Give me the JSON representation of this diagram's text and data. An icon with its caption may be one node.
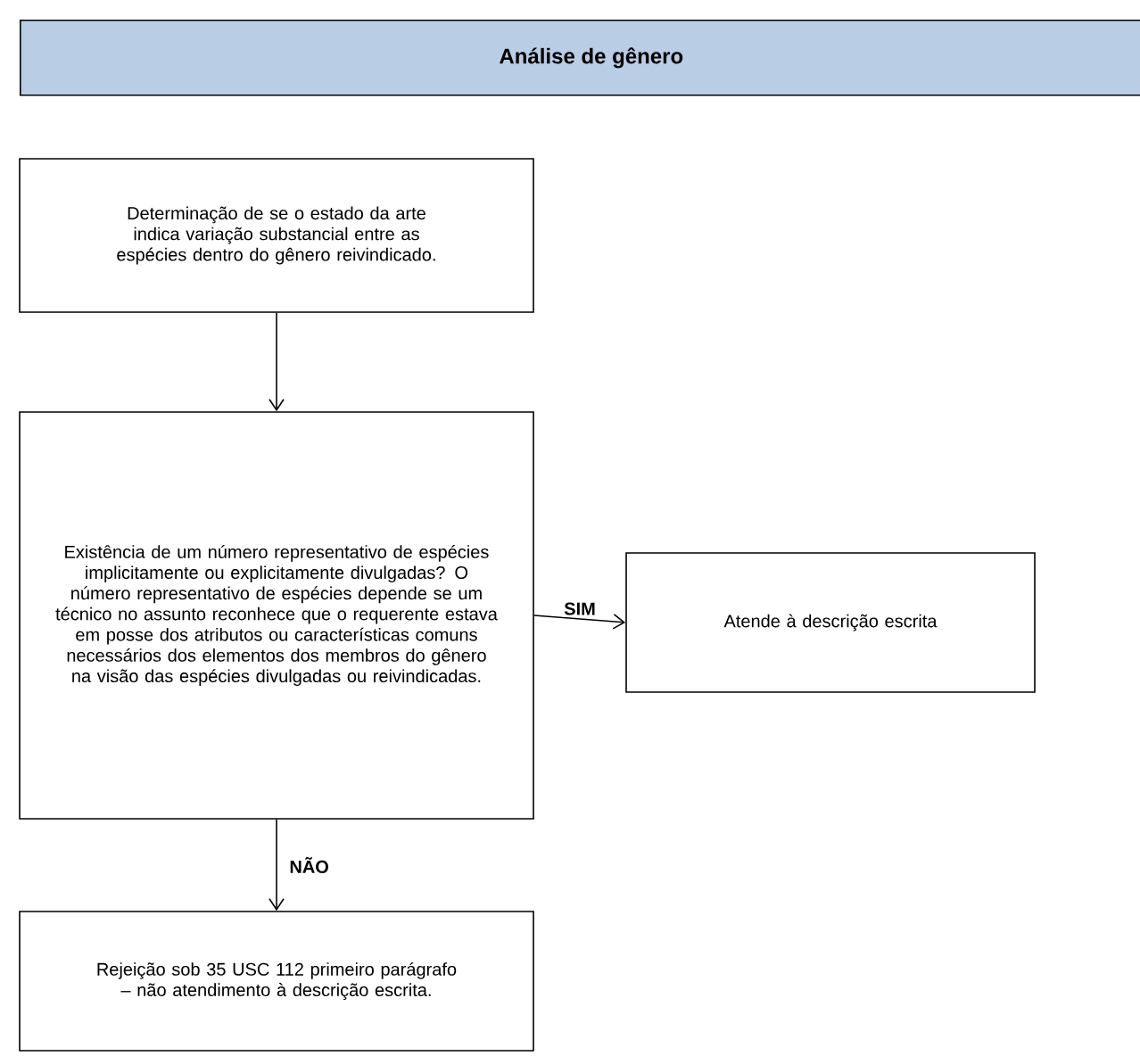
{
  "diagram": {
    "title": "Análise de gênero",
    "nodes": [
      {
        "text": [
          "Determinação de se o estado da arte indica variação substancial entre as espécies dentro do gênero reivindicado."
        ]
      },
      {
        "text": [
          "Existência de um número representativo de espécies implicitamente ou explicitamente divulgadas? O número representativo de espécies depende se um técnico no assunto reconhece que o requerente estava em posse dos atributos ou características comuns necessários dos elementos dos membros do gênero na visão das espécies divulgadas ou reivindicadas."
        ]
      },
      {
        "text": [
          "Atende à descrição escrita"
        ]
      },
      {
        "text": [
          "Rejeição sob 35 USC 112 primeiro parágrafo – não atendimento à descrição escrita."
        ]
      }
    ],
    "edges": [
      {
        "from": 0,
        "to": 1,
        "arrow": "to"
      },
      {
        "from": 1,
        "to": 2,
        "arrow": "to",
        "label": "SIM"
      },
      {
        "from": 1,
        "to": 3,
        "arrow": "to",
        "label": "NÃO"
      }
    ]
  }
}
